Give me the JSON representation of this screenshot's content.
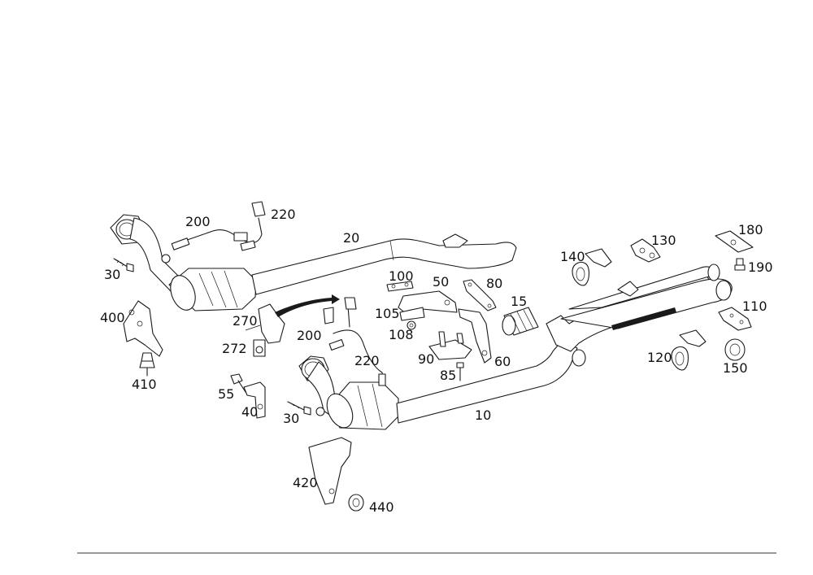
{
  "diagram": {
    "labels": {
      "l10": "10",
      "l15": "15",
      "l20": "20",
      "l30a": "30",
      "l30b": "30",
      "l40": "40",
      "l50": "50",
      "l55": "55",
      "l60": "60",
      "l80": "80",
      "l85": "85",
      "l90": "90",
      "l100": "100",
      "l105": "105",
      "l108": "108",
      "l110": "110",
      "l120": "120",
      "l130": "130",
      "l140": "140",
      "l150": "150",
      "l180": "180",
      "l190": "190",
      "l200a": "200",
      "l200b": "200",
      "l220a": "220",
      "l220b": "220",
      "l270": "270",
      "l272": "272",
      "l400": "400",
      "l410": "410",
      "l420": "420",
      "l440": "440"
    }
  }
}
